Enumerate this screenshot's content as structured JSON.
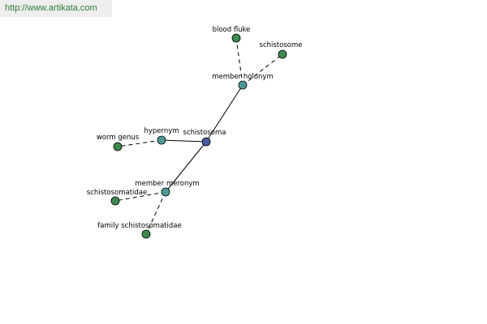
{
  "site": {
    "url": "http://www.artikata.com"
  },
  "graph": {
    "center": {
      "label": "schistosoma",
      "color": "#4a5a9c"
    },
    "relations": {
      "member_holonym": {
        "label": "member holonym",
        "color": "#4f9a96"
      },
      "hypernym": {
        "label": "hypernym",
        "color": "#4f9a96"
      },
      "member_meronym": {
        "label": "member meronym",
        "color": "#4f9a96"
      }
    },
    "leaves": {
      "blood_fluke": {
        "label": "blood fluke",
        "color": "#3d8a4f"
      },
      "schistosome": {
        "label": "schistosome",
        "color": "#3d8a4f"
      },
      "worm_genus": {
        "label": "worm genus",
        "color": "#3d8a4f"
      },
      "schistosomatidae": {
        "label": "schistosomatidae",
        "color": "#3d8a4f"
      },
      "family_schistosomatidae": {
        "label": "family schistosomatidae",
        "color": "#3d8a4f"
      }
    }
  }
}
